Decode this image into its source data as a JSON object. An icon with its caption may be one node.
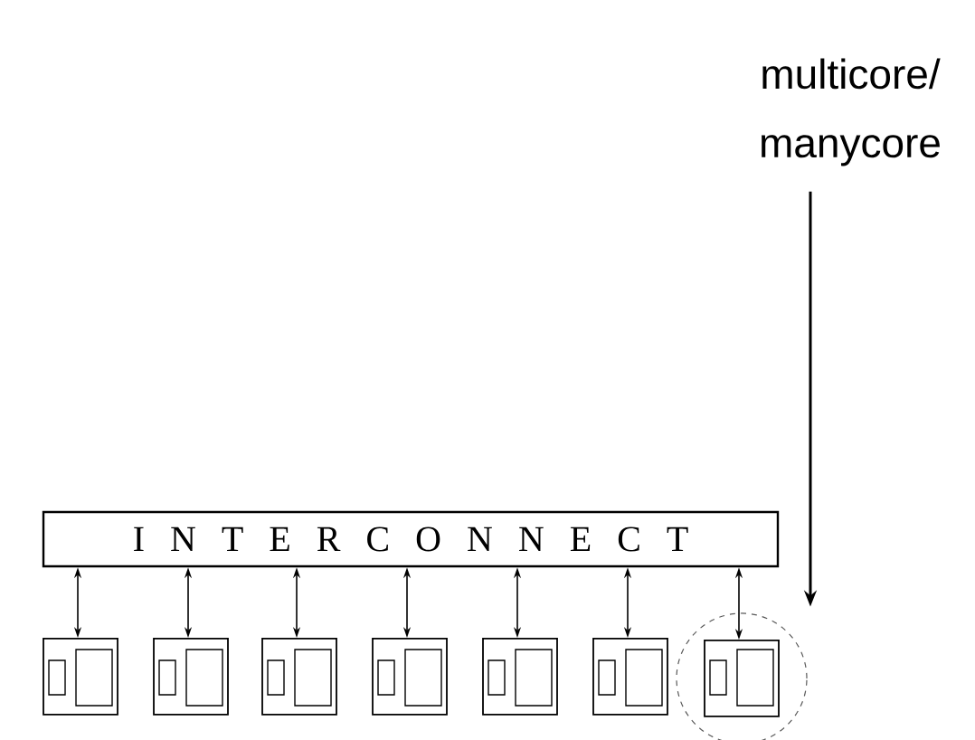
{
  "diagram": {
    "nodes": [
      {
        "text": [
          "I N T E R C O N N E C T"
        ]
      },
      {
        "text": [],
        "shape": "box"
      },
      {
        "text": [],
        "shape": "box"
      },
      {
        "text": [],
        "shape": "box"
      },
      {
        "text": [],
        "shape": "box"
      },
      {
        "text": [],
        "shape": "box"
      },
      {
        "text": [],
        "shape": "box"
      },
      {
        "text": [],
        "shape": "box",
        "in": 9
      },
      {
        "text": [
          "multicore/ manycore"
        ]
      },
      {
        "text": [],
        "shape": "circle"
      }
    ],
    "edges": [
      {
        "from": 0,
        "to": 1,
        "arrow": "both"
      },
      {
        "from": 0,
        "to": 2,
        "arrow": "both"
      },
      {
        "from": 0,
        "to": 3,
        "arrow": "both"
      },
      {
        "from": 0,
        "to": 4,
        "arrow": "both"
      },
      {
        "from": 0,
        "to": 5,
        "arrow": "both"
      },
      {
        "from": 0,
        "to": 6,
        "arrow": "both"
      },
      {
        "from": 0,
        "to": 7,
        "arrow": "both"
      },
      {
        "from": 8,
        "to": 9,
        "arrow": "to"
      }
    ]
  }
}
